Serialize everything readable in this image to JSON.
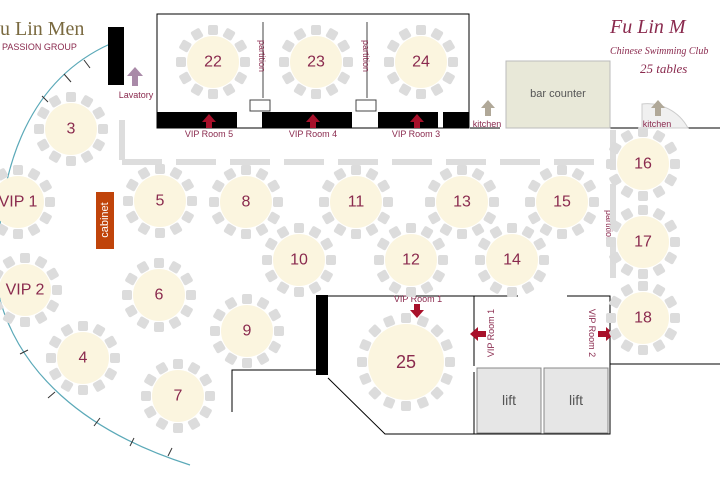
{
  "brand": {
    "name": "u Lin Men",
    "subtitle": "PASSION GROUP"
  },
  "title": {
    "name": "Fu Lin M",
    "subtitle": "Chinese Swimming Club",
    "tables": "25 tables"
  },
  "labels": {
    "lavatory": "Lavatory",
    "cabinet": "cabinet",
    "bar_counter": "bar counter",
    "kitchen": "kitchen",
    "partition": "partition",
    "lift": "lift",
    "vip_room_1": "VIP Room 1",
    "vip_room_2": "VIP Room 2",
    "vip_room_3": "VIP Room 3",
    "vip_room_4": "VIP Room 4",
    "vip_room_5": "VIP Room 5"
  },
  "tables": [
    "22",
    "23",
    "24",
    "3",
    "VIP 1",
    "VIP 2",
    "4",
    "5",
    "6",
    "7",
    "8",
    "9",
    "10",
    "11",
    "12",
    "13",
    "14",
    "15",
    "16",
    "17",
    "18",
    "25"
  ],
  "colors": {
    "accent": "#8a2a4e",
    "table_fill": "#fbf5df",
    "chair": "#dcdcdc",
    "wall": "#000000",
    "cabinet": "#c0440a",
    "curve": "#5ba9b8"
  }
}
